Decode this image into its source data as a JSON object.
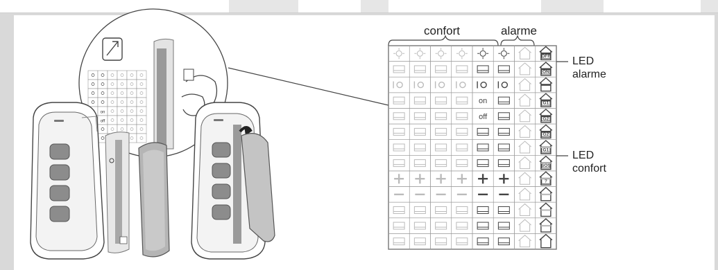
{
  "header": {
    "confort_label": "confort",
    "alarme_label": "alarme"
  },
  "led": {
    "alarme": [
      "LED",
      "alarme"
    ],
    "confort": [
      "LED",
      "confort"
    ]
  },
  "grid": {
    "rows": 13,
    "columns": 8,
    "active_column_texts": [
      "on",
      "off"
    ],
    "alarm_badges": [
      "OFF",
      "ON",
      "",
      "G1",
      "G2",
      "G2",
      "G1",
      "SOS",
      "?",
      "",
      "",
      "",
      ""
    ],
    "led_row_states": [
      "bold",
      "bold",
      "bold",
      "bold",
      "bold",
      "bold",
      "faint",
      "faint",
      "faint",
      "faint",
      "faint",
      "faint",
      "empty"
    ]
  },
  "inset_grid_texts": [
    "on",
    "off"
  ],
  "colors": {
    "line": "#444444",
    "faint": "#bbbbbb",
    "panel_bg": "#ffffff",
    "page_bg": "#d9d9d9"
  }
}
